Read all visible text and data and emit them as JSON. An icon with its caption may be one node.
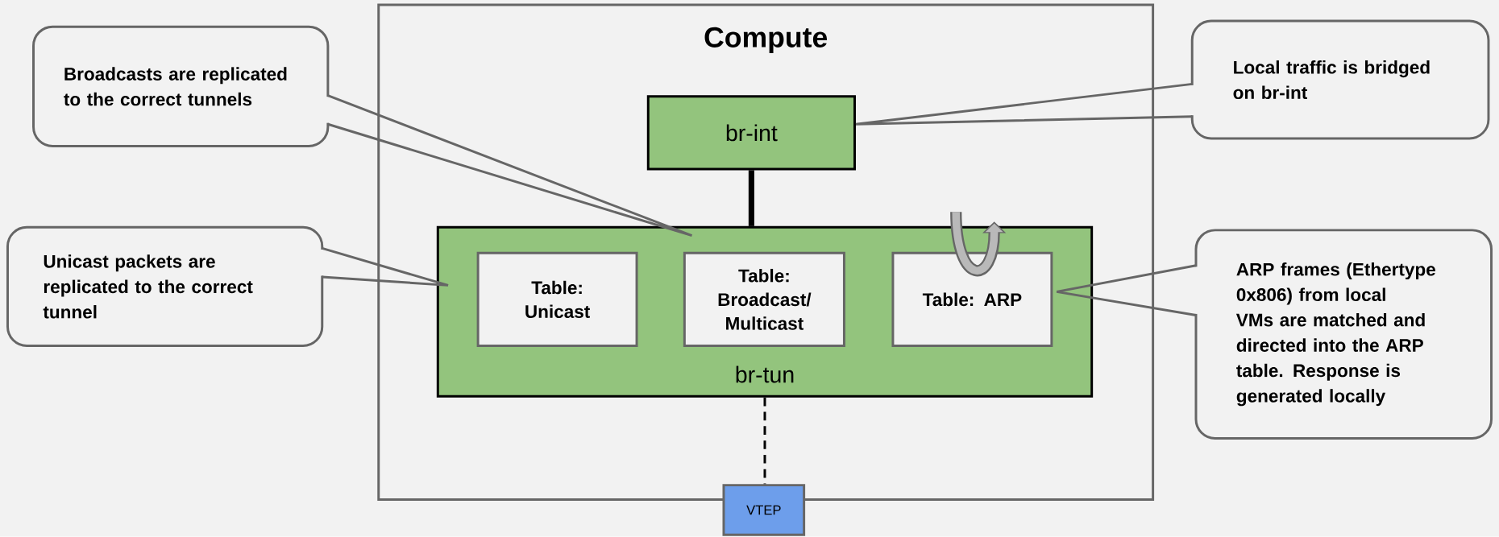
{
  "diagram": {
    "nodes": [
      {
        "text": [
          "Compute"
        ]
      },
      {
        "text": [
          "br-int"
        ],
        "in": 0
      },
      {
        "text": [
          "br-tun"
        ],
        "in": 0
      },
      {
        "text": [
          "Table: Unicast"
        ],
        "in": 2
      },
      {
        "text": [
          "Table: Broadcast/ Multicast"
        ],
        "in": 2
      },
      {
        "text": [
          "Table: ARP"
        ],
        "in": 2
      },
      {
        "text": [
          "VTEP"
        ]
      },
      {
        "text": [
          "Broadcasts are replicated to the correct tunnels"
        ]
      },
      {
        "text": [
          "Unicast packets are replicated to the correct tunnel"
        ]
      },
      {
        "text": [
          "Local traffic is bridged on br-int"
        ]
      },
      {
        "text": [
          "ARP frames (Ethertype 0x806) from local VMs are matched and directed into the ARP table. Response is generated locally"
        ]
      }
    ],
    "edges": [
      {
        "from": 1,
        "to": 2,
        "arrow": "none",
        "style": "thick",
        "color": "#000000"
      },
      {
        "from": 2,
        "to": 6,
        "arrow": "none",
        "style": "dashed",
        "color": "#000000"
      },
      {
        "from": 7,
        "to": 2,
        "arrow": "none"
      },
      {
        "from": 8,
        "to": 2,
        "arrow": "none"
      },
      {
        "from": 9,
        "to": 1,
        "arrow": "none"
      },
      {
        "from": 10,
        "to": 5,
        "arrow": "none"
      }
    ]
  }
}
